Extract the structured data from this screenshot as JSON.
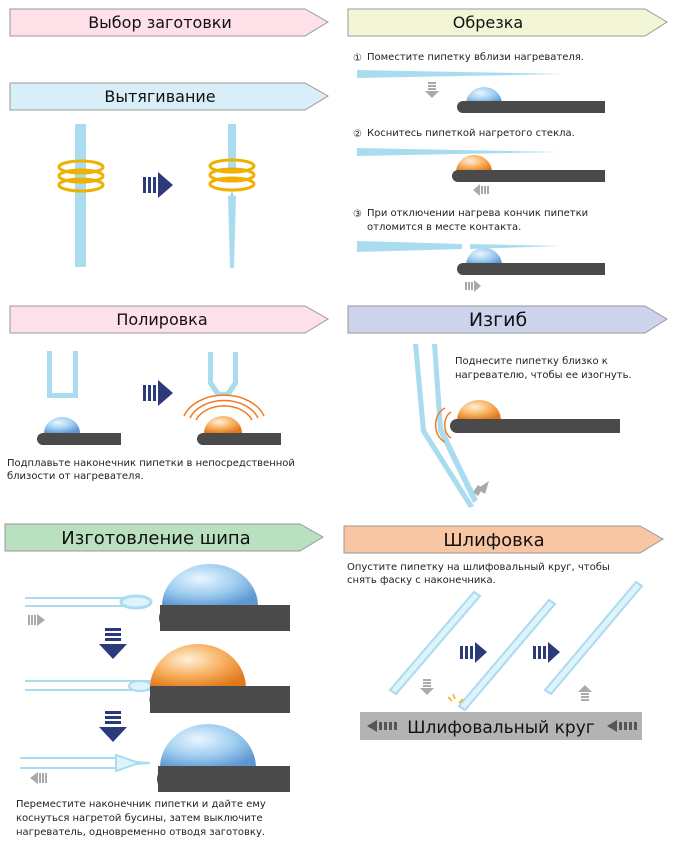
{
  "colors": {
    "pink_banner": "#fde0e8",
    "yellow_banner": "#f2f6d6",
    "blue_banner": "#d8eef8",
    "lavender_banner": "#cdd3ec",
    "green_banner": "#b9e0bf",
    "peach_banner": "#f8c6a2",
    "glass": "#a9dcef",
    "heater": "#4a4a4a",
    "hot_bead": "#f29a4a",
    "cool_bead": "#8cc0ea",
    "arrow_navy": "#2b3a7a",
    "coil": "#f0b000",
    "gray_arrow": "#aaaaaa",
    "wheel_bar": "#b3b3b3"
  },
  "banners": {
    "blank_selection": "Выбор заготовки",
    "pulling": "Вытягивание",
    "cutting": "Обрезка",
    "polishing": "Полировка",
    "bending": "Изгиб",
    "spike": "Изготовление шипа",
    "grinding": "Шлифовка"
  },
  "cutting_steps": {
    "step1_num": "①",
    "step1_text": "Поместите пипетку вблизи нагревателя.",
    "step2_num": "②",
    "step2_text": "Коснитесь пипеткой нагретого стекла.",
    "step3_num": "③",
    "step3_line1": "При отключении нагрева кончик пипетки",
    "step3_line2": "отломится в месте контакта."
  },
  "polishing_note": {
    "line1": "Подплавьте наконечник пипетки в непосредственной",
    "line2": "близости от нагревателя."
  },
  "bending_note": {
    "line1": "Поднесите пипетку близко к",
    "line2": "нагревателю, чтобы ее изогнуть."
  },
  "grinding_note": {
    "line1": "Опустите пипетку на шлифовальный круг, чтобы",
    "line2": "снять фаску с наконечника."
  },
  "grinding_wheel_label": "Шлифовальный круг",
  "spike_note": {
    "line1": "Переместите наконечник пипетки и дайте ему",
    "line2": "коснуться нагретой бусины, затем выключите",
    "line3": "нагреватель, одновременно отводя заготовку."
  }
}
